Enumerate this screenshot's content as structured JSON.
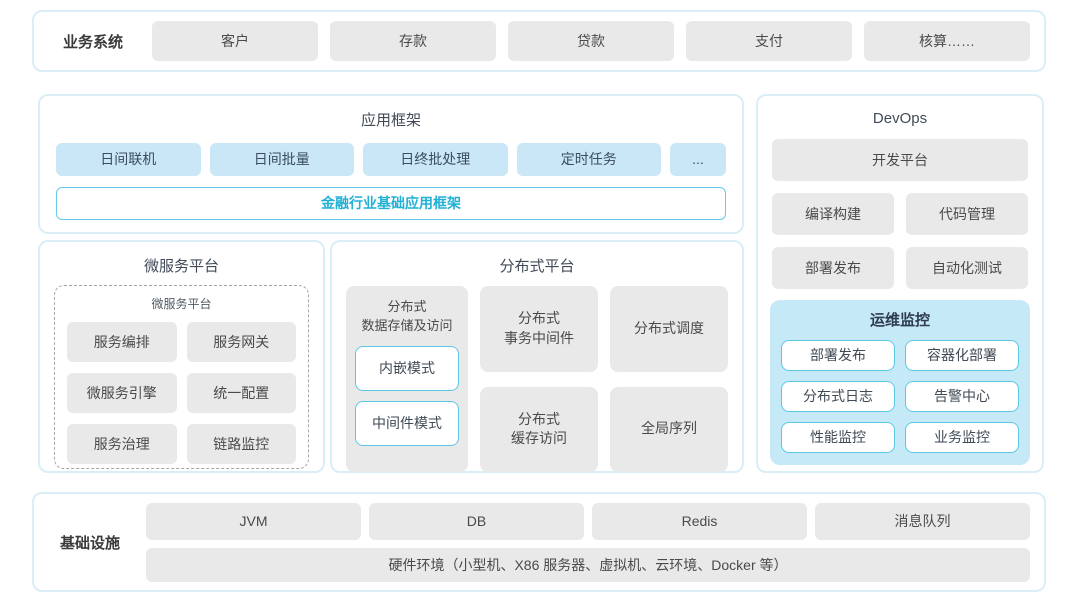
{
  "colors": {
    "panel_border": "#d9eef6",
    "gray_box_bg": "#e9e9e9",
    "blue_box_bg": "#c9e7f6",
    "monitor_bg": "#c6e9f8",
    "accent_cyan": "#21b0d6",
    "cyan_border": "#5cc7e3",
    "text_dark": "#3a3a3a",
    "text_gray": "#4a4a4a"
  },
  "business_system": {
    "label": "业务系统",
    "items": [
      "客户",
      "存款",
      "贷款",
      "支付",
      "核算……"
    ]
  },
  "app_framework": {
    "title": "应用框架",
    "modules": [
      "日间联机",
      "日间批量",
      "日终批处理",
      "定时任务",
      "..."
    ],
    "base_framework": "金融行业基础应用框架"
  },
  "microservice_platform": {
    "title": "微服务平台",
    "inner_title": "微服务平台",
    "items": [
      "服务编排",
      "服务网关",
      "微服务引擎",
      "统一配置",
      "服务治理",
      "链路监控"
    ]
  },
  "distributed_platform": {
    "title": "分布式平台",
    "storage": {
      "label": "分布式\n数据存储及访问",
      "modes": [
        "内嵌模式",
        "中间件模式"
      ]
    },
    "col2": [
      "分布式\n事务中间件",
      "分布式\n缓存访问"
    ],
    "col3": [
      "分布式调度",
      "全局序列"
    ]
  },
  "devops": {
    "title": "DevOps",
    "platform": "开发平台",
    "items": [
      "编译构建",
      "代码管理",
      "部署发布",
      "自动化测试"
    ],
    "monitoring": {
      "title": "运维监控",
      "items": [
        "部署发布",
        "容器化部署",
        "分布式日志",
        "告警中心",
        "性能监控",
        "业务监控"
      ]
    }
  },
  "infrastructure": {
    "label": "基础设施",
    "items": [
      "JVM",
      "DB",
      "Redis",
      "消息队列"
    ],
    "hardware": "硬件环境（小型机、X86 服务器、虚拟机、云环境、Docker 等）"
  }
}
